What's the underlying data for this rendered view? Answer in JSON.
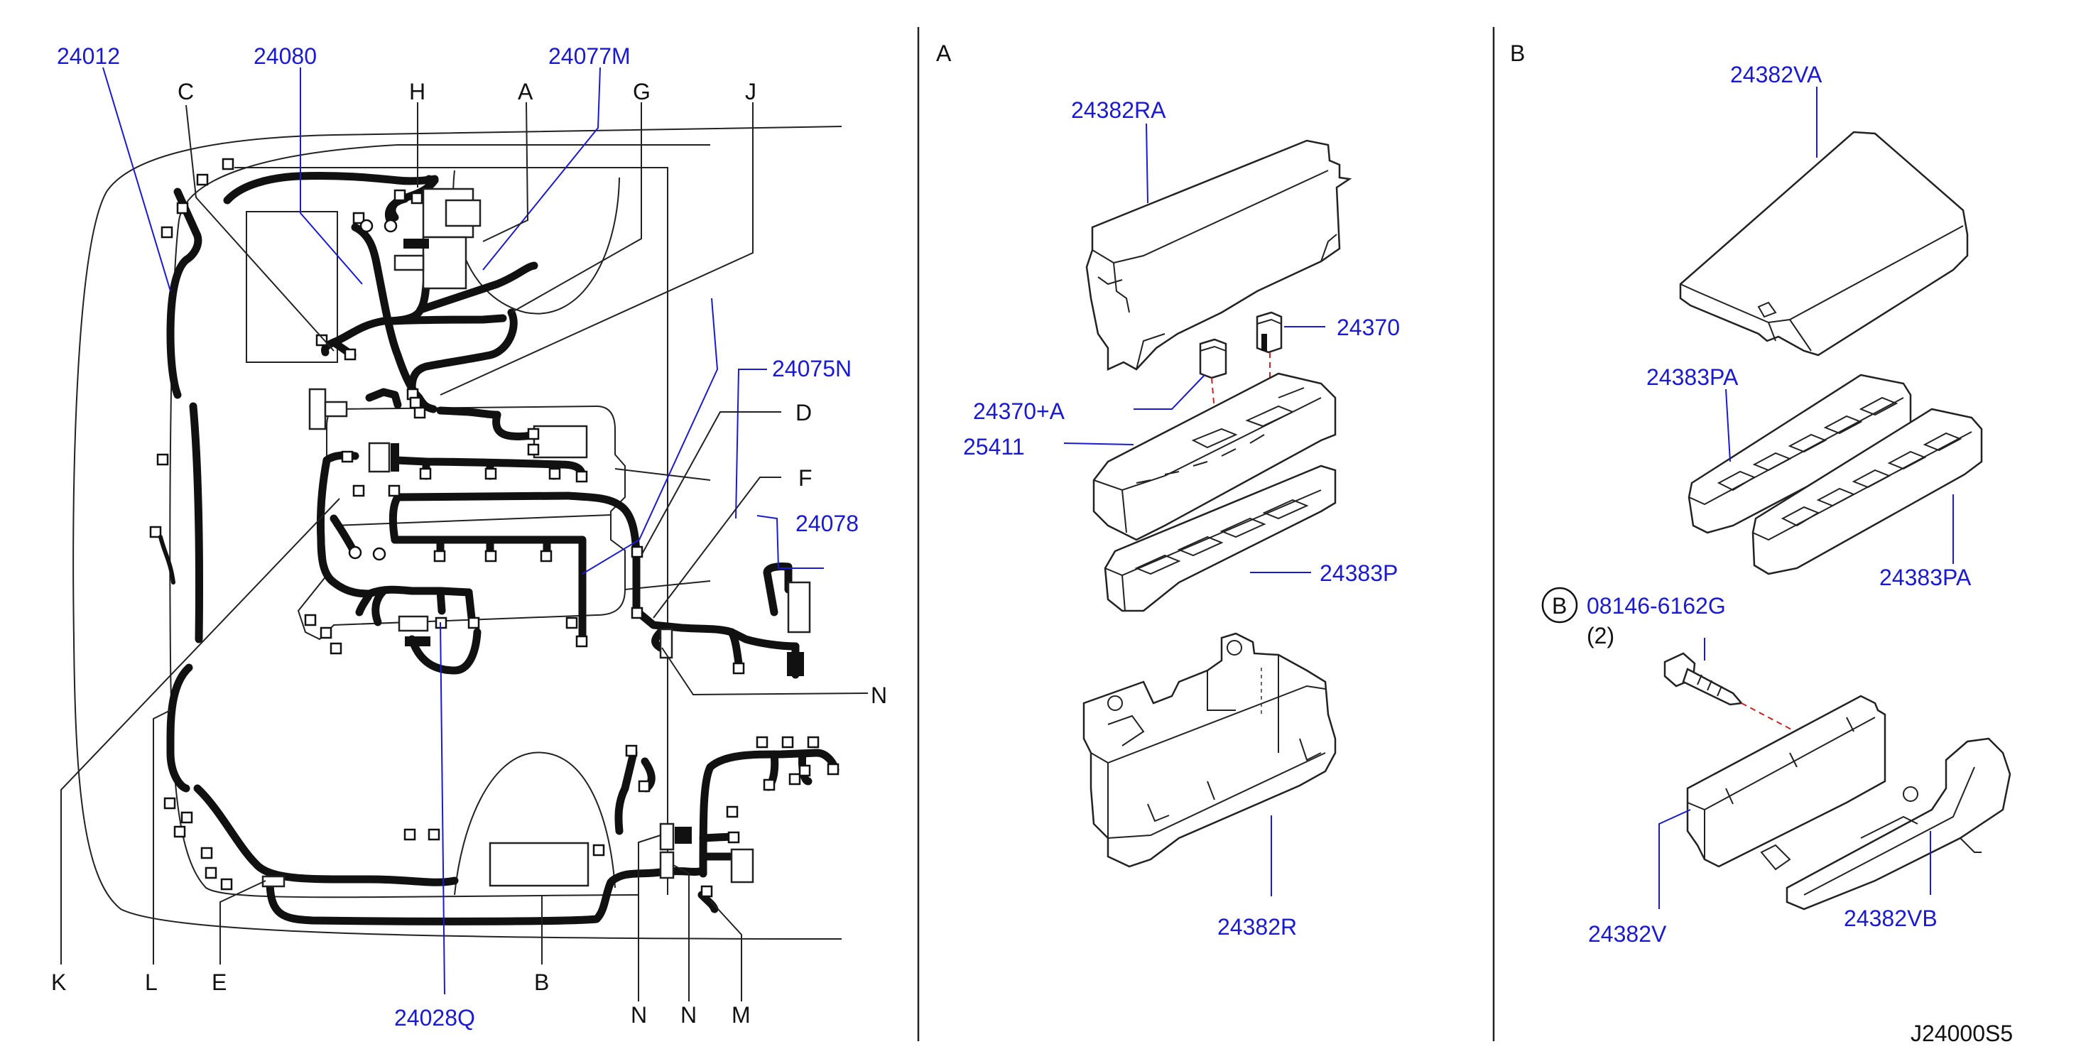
{
  "diagram_code": "J24000S5",
  "main_view": {
    "part_labels": {
      "p24012": "24012",
      "p24080": "24080",
      "p24077M": "24077M",
      "p24075N": "24075N",
      "p24078": "24078",
      "p24028Q": "24028Q"
    },
    "refs": {
      "C": "C",
      "H": "H",
      "A": "A",
      "G": "G",
      "J": "J",
      "D": "D",
      "F": "F",
      "N1": "N",
      "K": "K",
      "L": "L",
      "E": "E",
      "B": "B",
      "N2": "N",
      "N3": "N",
      "M": "M"
    }
  },
  "detail_a": {
    "title": "A",
    "labels": {
      "p24382RA": "24382RA",
      "p24370": "24370",
      "p24370A": "24370+A",
      "p25411": "25411",
      "p24383P": "24383P",
      "p24382R": "24382R"
    }
  },
  "detail_b": {
    "title": "B",
    "labels": {
      "p24382VA": "24382VA",
      "p24383PA_1": "24383PA",
      "p24383PA_2": "24383PA",
      "circle_ref": "B",
      "bolt": "08146-6162G",
      "bolt_qty": "(2)",
      "p24382V": "24382V",
      "p24382VB": "24382VB"
    }
  },
  "colors": {
    "part_number": "#1a1ad6",
    "reference_letter": "#111111",
    "dashed_guide": "#cc2222"
  }
}
